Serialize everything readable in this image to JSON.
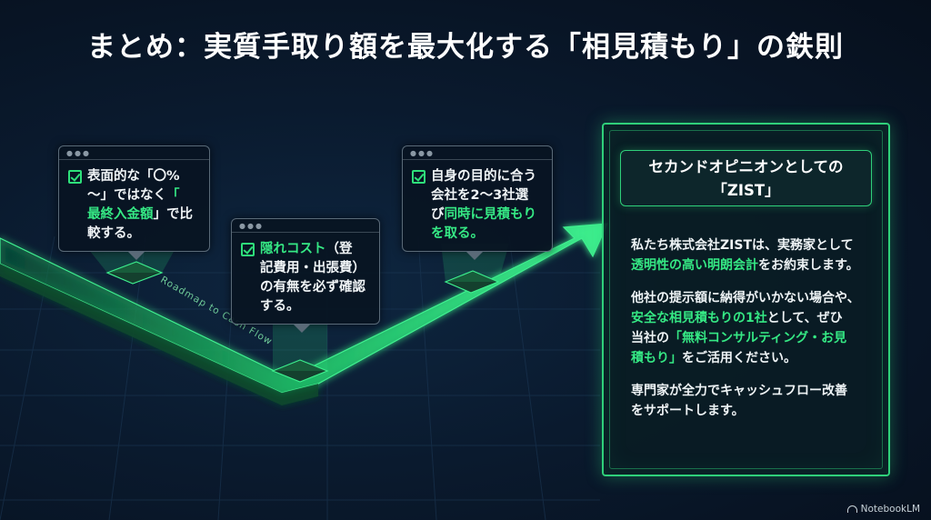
{
  "title": "まとめ：実質手取り額を最大化する「相見積もり」の鉄則",
  "road_label": "Roadmap to Cash Flow",
  "callouts": [
    {
      "lines": [
        [
          {
            "t": "表面的な「〇%",
            "g": false
          }
        ],
        [
          {
            "t": "〜」ではなく",
            "g": false
          },
          {
            "t": "「",
            "g": true
          }
        ],
        [
          {
            "t": "最終入金額",
            "g": true
          },
          {
            "t": "」で比",
            "g": false
          }
        ],
        [
          {
            "t": "較する。",
            "g": false
          }
        ]
      ]
    },
    {
      "lines": [
        [
          {
            "t": "隠れコスト",
            "g": true
          },
          {
            "t": "（登",
            "g": false
          }
        ],
        [
          {
            "t": "記費用・出張費）",
            "g": false
          }
        ],
        [
          {
            "t": "の有無を必ず確認",
            "g": false
          }
        ],
        [
          {
            "t": "する。",
            "g": false
          }
        ]
      ]
    },
    {
      "lines": [
        [
          {
            "t": "自身の目的に合う",
            "g": false
          }
        ],
        [
          {
            "t": "会社を2〜3社選",
            "g": false
          }
        ],
        [
          {
            "t": "び",
            "g": false
          },
          {
            "t": "同時に見積もり",
            "g": true
          }
        ],
        [
          {
            "t": "を取る。",
            "g": true
          }
        ]
      ]
    }
  ],
  "panel": {
    "heading_line1": "セカンドオピニオンとしての",
    "heading_line2": "「ZIST」",
    "paragraphs": [
      [
        [
          {
            "t": "私たち株式会社ZISTは、実務家として",
            "g": false
          }
        ],
        [
          {
            "t": "透明性の高い明朗会計",
            "g": true
          },
          {
            "t": "をお約束します。",
            "g": false
          }
        ]
      ],
      [
        [
          {
            "t": "他社の提示額に納得がいかない場合や、",
            "g": false
          }
        ],
        [
          {
            "t": "安全な相見積もりの1社",
            "g": true
          },
          {
            "t": "として、ぜひ",
            "g": false
          }
        ],
        [
          {
            "t": "当社の",
            "g": false
          },
          {
            "t": "「無料コンサルティング・お見",
            "g": true
          }
        ],
        [
          {
            "t": "積もり」",
            "g": true
          },
          {
            "t": "をご活用ください。",
            "g": false
          }
        ]
      ],
      [
        [
          {
            "t": "専門家が全力でキャッシュフロー改善",
            "g": false
          }
        ],
        [
          {
            "t": "をサポートします。",
            "g": false
          }
        ]
      ]
    ]
  },
  "logo_text": "NotebookLM",
  "colors": {
    "accent": "#2ee07a",
    "background": "#0a1a2e",
    "text": "#ffffff"
  }
}
